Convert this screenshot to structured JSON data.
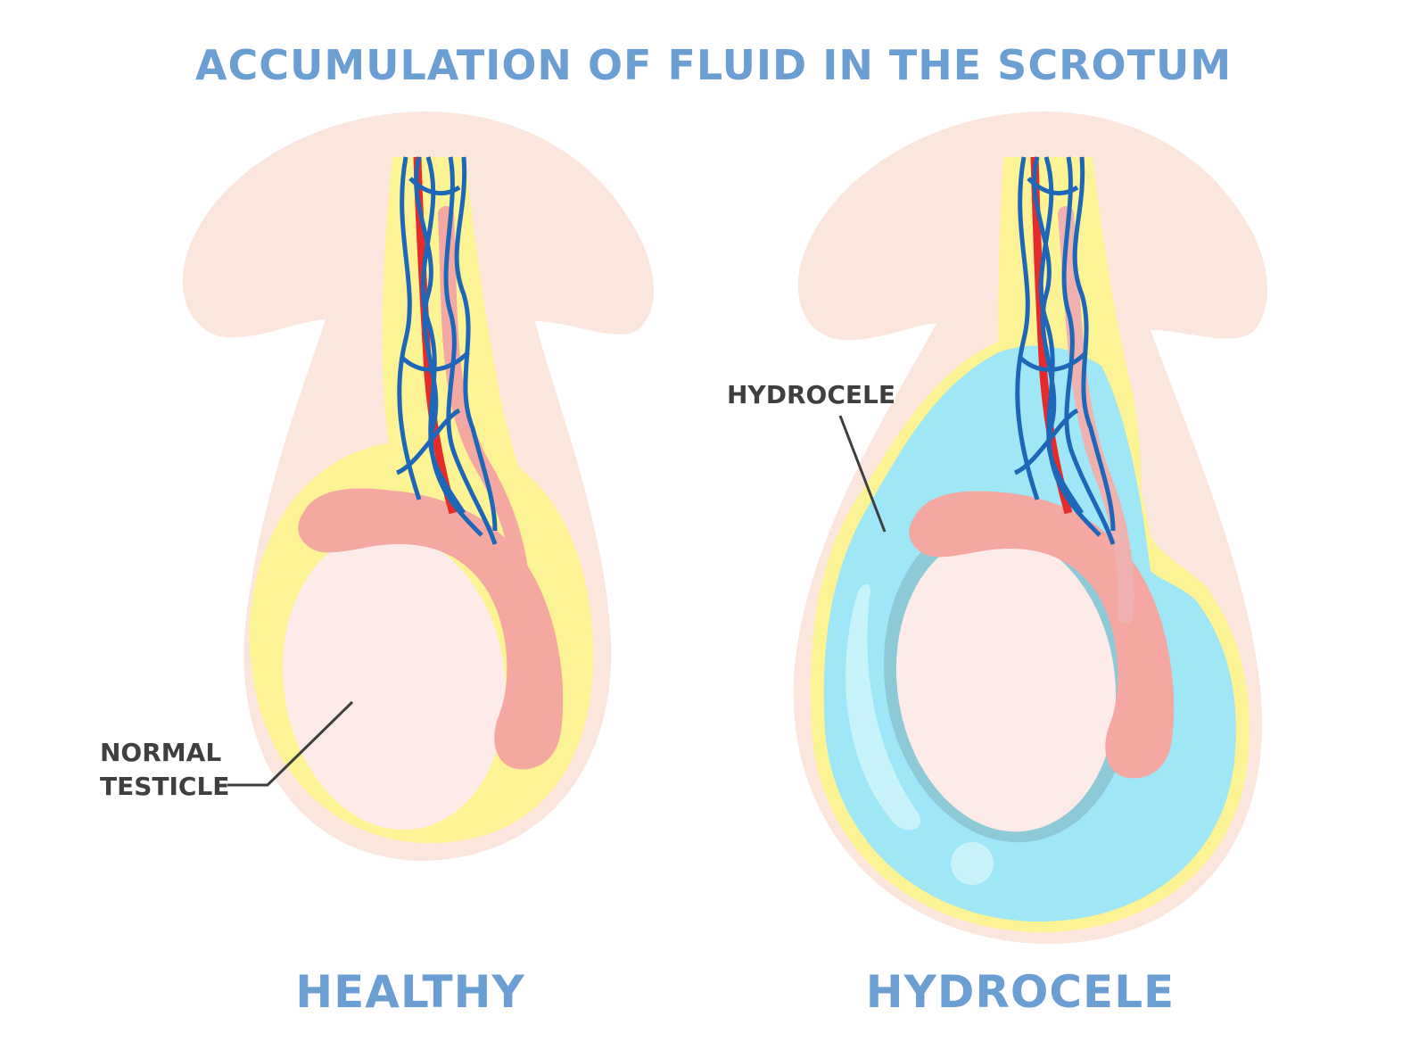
{
  "title": "ACCUMULATION OF FLUID IN THE SCROTUM",
  "captions": {
    "left": "HEALTHY",
    "right": "HYDROCELE"
  },
  "labels": {
    "normal_testicle_line1": "NORMAL",
    "normal_testicle_line2": "TESTICLE",
    "hydrocele": "HYDROCELE"
  },
  "colors": {
    "heading_blue": "#6b9fd4",
    "skin": "#fbe6dd",
    "tunica_yellow": "#fbf394",
    "fluid_blue": "#9fe6f6",
    "epididymis_pink": "#f4a8a1",
    "testis": "#fcebe9",
    "vein_blue": "#1e66b8",
    "artery_red": "#e62b2b",
    "label_gray": "#3f3f3f"
  }
}
